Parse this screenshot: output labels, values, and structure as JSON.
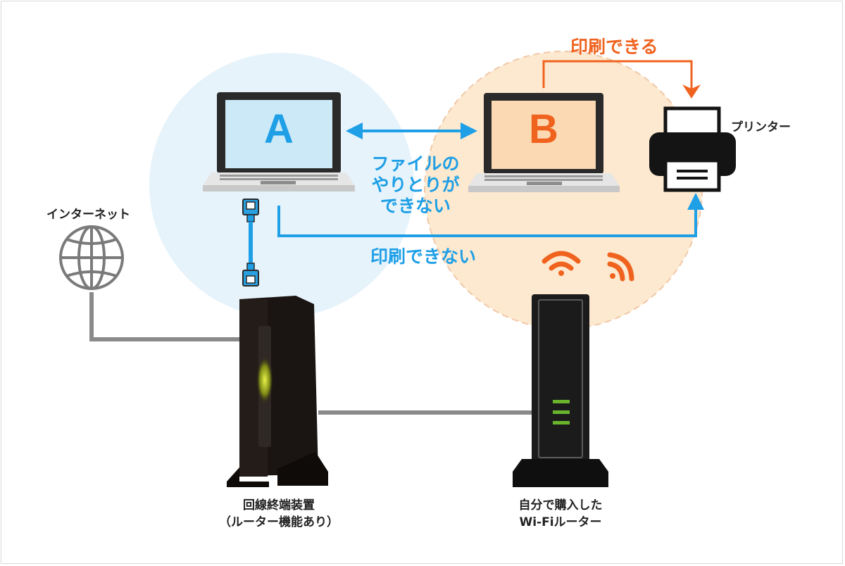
{
  "labels": {
    "pc_a_letter": "A",
    "pc_b_letter": "B",
    "file_exchange_line1": "ファイルの",
    "file_exchange_line2": "やりとりが",
    "file_exchange_line3": "できない",
    "cannot_print": "印刷できない",
    "can_print": "印刷できる",
    "printer": "プリンター",
    "internet": "インターネット",
    "onu_line1": "回線終端装置",
    "onu_line2": "（ルーター機能あり）",
    "wifi_line1": "自分で購入した",
    "wifi_line2": "Wi-Fiルーター"
  },
  "colors": {
    "blue_accent": "#1e9fe6",
    "orange_accent": "#f0631f",
    "zone_a": "#e6f3fb",
    "zone_b": "#fde9cf",
    "device_dark": "#1a1412",
    "led_green": "#6ab42d"
  },
  "icons": [
    "globe-icon",
    "laptop-icon",
    "printer-icon",
    "wifi-icon",
    "lan-plug-icon",
    "router-icon"
  ]
}
